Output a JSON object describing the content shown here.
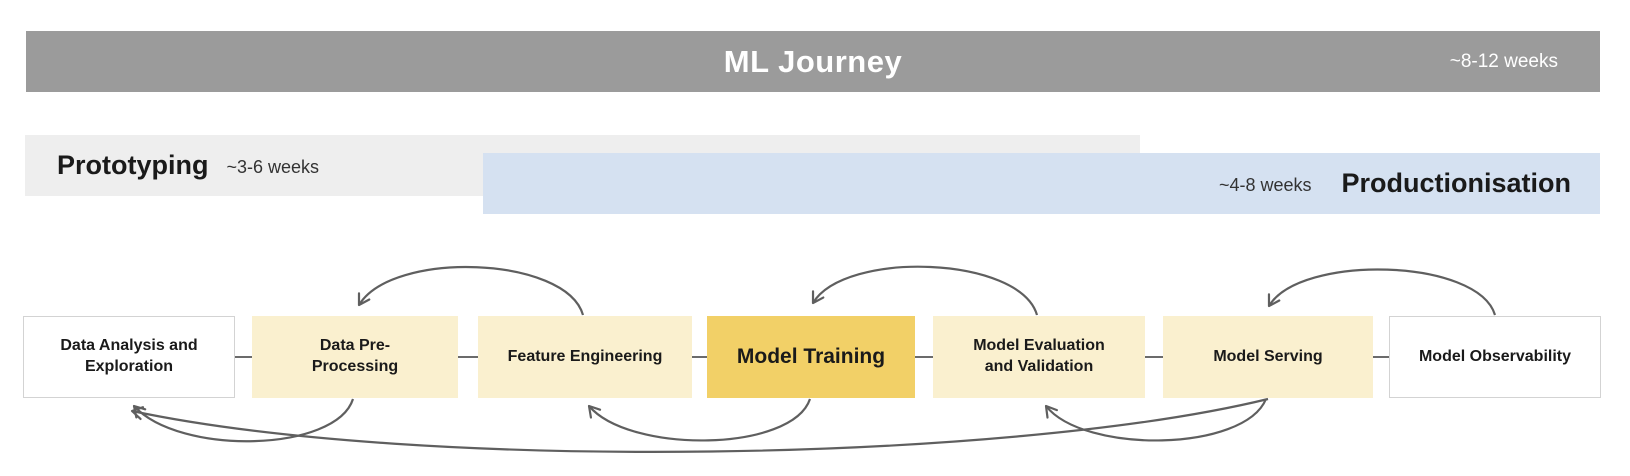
{
  "banner": {
    "title": "ML Journey",
    "duration": "~8-12 weeks"
  },
  "phases": {
    "prototyping": {
      "label": "Prototyping",
      "duration": "~3-6 weeks"
    },
    "productionisation": {
      "label": "Productionisation",
      "duration": "~4-8 weeks"
    }
  },
  "stages": [
    {
      "label": "Data Analysis and\nExploration",
      "style": "neutral"
    },
    {
      "label": "Data Pre-\nProcessing",
      "style": "light"
    },
    {
      "label": "Feature Engineering",
      "style": "light"
    },
    {
      "label": "Model Training",
      "style": "strong"
    },
    {
      "label": "Model Evaluation\nand Validation",
      "style": "light"
    },
    {
      "label": "Model Serving",
      "style": "light"
    },
    {
      "label": "Model Observability",
      "style": "neutral"
    }
  ],
  "feedback_loops": [
    {
      "from": "Feature Engineering",
      "to": "Data Pre-Processing",
      "position": "top"
    },
    {
      "from": "Model Evaluation and Validation",
      "to": "Model Training",
      "position": "top"
    },
    {
      "from": "Model Observability",
      "to": "Model Serving",
      "position": "top"
    },
    {
      "from": "Data Pre-Processing",
      "to": "Data Analysis and Exploration",
      "position": "bottom"
    },
    {
      "from": "Model Training",
      "to": "Feature Engineering",
      "position": "bottom"
    },
    {
      "from": "Model Serving",
      "to": "Model Evaluation and Validation",
      "position": "bottom"
    },
    {
      "from": "Model Serving",
      "to": "Data Analysis and Exploration",
      "position": "bottom"
    }
  ],
  "colors": {
    "banner_bg": "#9b9b9b",
    "banner_text": "#ffffff",
    "prototyping_bg": "#eeeeee",
    "productionisation_bg": "#d5e1f1",
    "stage_neutral_bg": "#ffffff",
    "stage_neutral_border": "#d3d3d3",
    "stage_light_bg": "#faf0cf",
    "stage_strong_bg": "#f2d067",
    "arrow": "#5f5f5f",
    "text": "#1a1a1a"
  }
}
